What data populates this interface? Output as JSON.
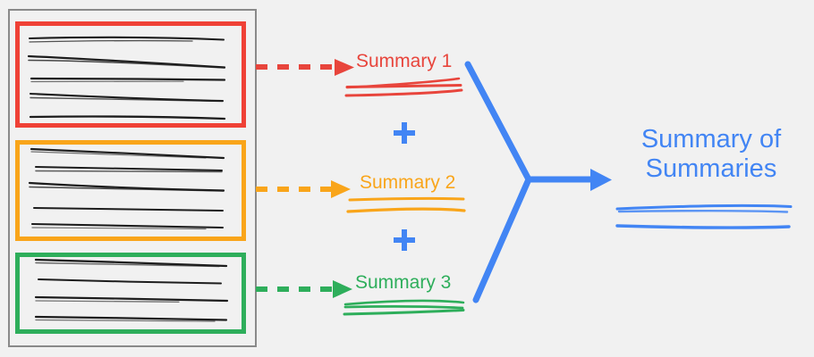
{
  "diagram": {
    "title": "Hierarchical summarization (map-reduce) diagram",
    "background_color": "#f1f1f1",
    "source_document": {
      "name": "source-document",
      "border_color": "#8a8a8a",
      "chunks": [
        {
          "id": "chunk-1",
          "color": "#ef4136",
          "color_name": "red",
          "text_line_count": 5
        },
        {
          "id": "chunk-2",
          "color": "#f9a51a",
          "color_name": "orange",
          "text_line_count": 5
        },
        {
          "id": "chunk-3",
          "color": "#2eae5b",
          "color_name": "green",
          "text_line_count": 4
        }
      ]
    },
    "summaries": [
      {
        "id": "summary-1",
        "label": "Summary 1",
        "color": "#e8453c",
        "arrow_style": "dashed",
        "underline_stroke_count": 3
      },
      {
        "id": "summary-2",
        "label": "Summary 2",
        "color": "#f9a51a",
        "arrow_style": "dashed",
        "underline_stroke_count": 2
      },
      {
        "id": "summary-3",
        "label": "Summary 3",
        "color": "#2eae5b",
        "arrow_style": "dashed",
        "underline_stroke_count": 3
      }
    ],
    "operators": [
      {
        "id": "plus-1",
        "symbol": "+",
        "color": "#4285f4"
      },
      {
        "id": "plus-2",
        "symbol": "+",
        "color": "#4285f4"
      }
    ],
    "merge_arrow": {
      "color": "#4285f4",
      "shape": "y-merge",
      "direction": "right"
    },
    "final_output": {
      "label_line_1": "Summary of",
      "label_line_2": "Summaries",
      "color": "#4285f4",
      "underline_stroke_count": 3
    }
  }
}
